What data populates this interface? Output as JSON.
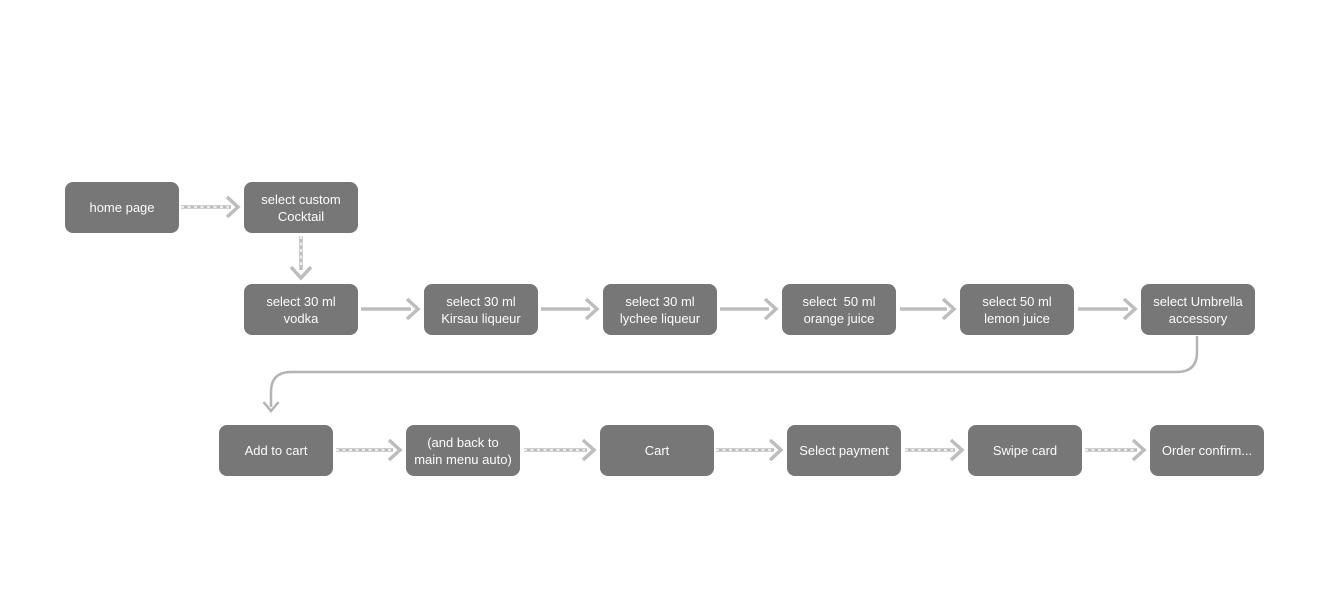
{
  "diagram": {
    "colors": {
      "canvas_bg": "#ffffff",
      "node_fill": "#777777",
      "node_text": "#fcfcfc",
      "arrow_stroke": "#bdbdbd",
      "arrow_dash": "#ffffff",
      "connector_stroke": "#b4b4b4"
    },
    "nodes": [
      {
        "id": "home-page",
        "label": "home page"
      },
      {
        "id": "select-custom-cocktail",
        "label": "select custom\nCocktail"
      },
      {
        "id": "select-vodka",
        "label": "select 30 ml\nvodka"
      },
      {
        "id": "select-kirsau-liqueur",
        "label": "select 30 ml\nKirsau liqueur"
      },
      {
        "id": "select-lychee-liqueur",
        "label": "select 30 ml\nlychee liqueur"
      },
      {
        "id": "select-orange-juice",
        "label": "select  50 ml\norange juice"
      },
      {
        "id": "select-lemon-juice",
        "label": "select 50 ml\nlemon juice"
      },
      {
        "id": "select-umbrella-accessory",
        "label": "select Umbrella\naccessory"
      },
      {
        "id": "add-to-cart",
        "label": "Add to cart"
      },
      {
        "id": "back-to-main-menu",
        "label": "(and back to\nmain menu auto)"
      },
      {
        "id": "cart",
        "label": "Cart"
      },
      {
        "id": "select-payment",
        "label": "Select payment"
      },
      {
        "id": "swipe-card",
        "label": "Swipe card"
      },
      {
        "id": "order-confirm",
        "label": "Order confirm..."
      }
    ],
    "edges": [
      {
        "from": "home-page",
        "to": "select-custom-cocktail",
        "style": "dashed"
      },
      {
        "from": "select-custom-cocktail",
        "to": "select-vodka",
        "style": "dashed"
      },
      {
        "from": "select-vodka",
        "to": "select-kirsau-liqueur",
        "style": "solid"
      },
      {
        "from": "select-kirsau-liqueur",
        "to": "select-lychee-liqueur",
        "style": "solid"
      },
      {
        "from": "select-lychee-liqueur",
        "to": "select-orange-juice",
        "style": "solid"
      },
      {
        "from": "select-orange-juice",
        "to": "select-lemon-juice",
        "style": "solid"
      },
      {
        "from": "select-lemon-juice",
        "to": "select-umbrella-accessory",
        "style": "solid"
      },
      {
        "from": "select-umbrella-accessory",
        "to": "add-to-cart",
        "style": "solid-curved"
      },
      {
        "from": "add-to-cart",
        "to": "back-to-main-menu",
        "style": "dashed"
      },
      {
        "from": "back-to-main-menu",
        "to": "cart",
        "style": "dashed"
      },
      {
        "from": "cart",
        "to": "select-payment",
        "style": "dashed"
      },
      {
        "from": "select-payment",
        "to": "swipe-card",
        "style": "dashed"
      },
      {
        "from": "swipe-card",
        "to": "order-confirm",
        "style": "dashed"
      }
    ]
  }
}
